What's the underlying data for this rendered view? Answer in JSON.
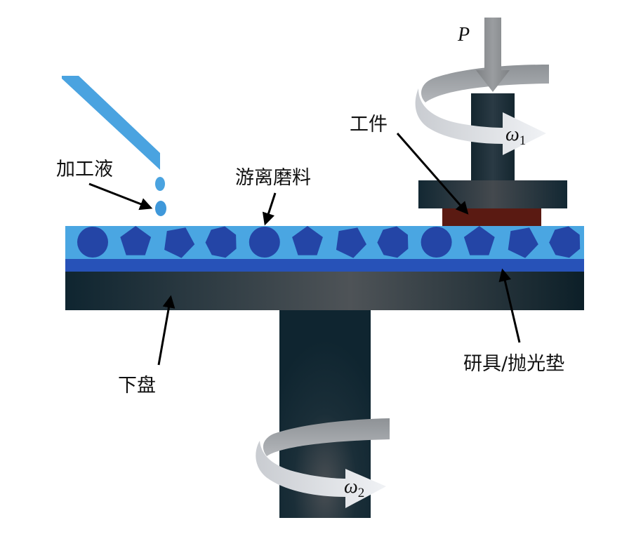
{
  "diagram": {
    "title": "Lapping / polishing process schematic",
    "labels": {
      "fluid": "加工液",
      "free_abrasive": "游离磨料",
      "workpiece": "工件",
      "pad": "研具/抛光垫",
      "lower_plate": "下盘",
      "pressure": "P",
      "omega1_symbol": "ω",
      "omega1_sub": "1",
      "omega2_symbol": "ω",
      "omega2_sub": "2"
    },
    "particles": [
      "circle",
      "pentagon",
      "pentagon-rotated",
      "heptagon",
      "circle",
      "pentagon",
      "pentagon-rotated",
      "heptagon",
      "circle",
      "pentagon",
      "pentagon-rotated",
      "heptagon"
    ],
    "colors": {
      "slurry_layer": "#4aa6e2",
      "particle": "#2445a6",
      "pad_layer": "#2752b8",
      "plate_dark": "#0f2530",
      "plate_light": "#55595e",
      "workpiece": "#5a1a12",
      "nozzle": "#4aa3e0",
      "rotation_arrow_light": "#e8ebf0",
      "rotation_arrow_dark": "#9a9ea3",
      "pressure_arrow": "#8a8d90",
      "leader_line": "#000000"
    }
  }
}
